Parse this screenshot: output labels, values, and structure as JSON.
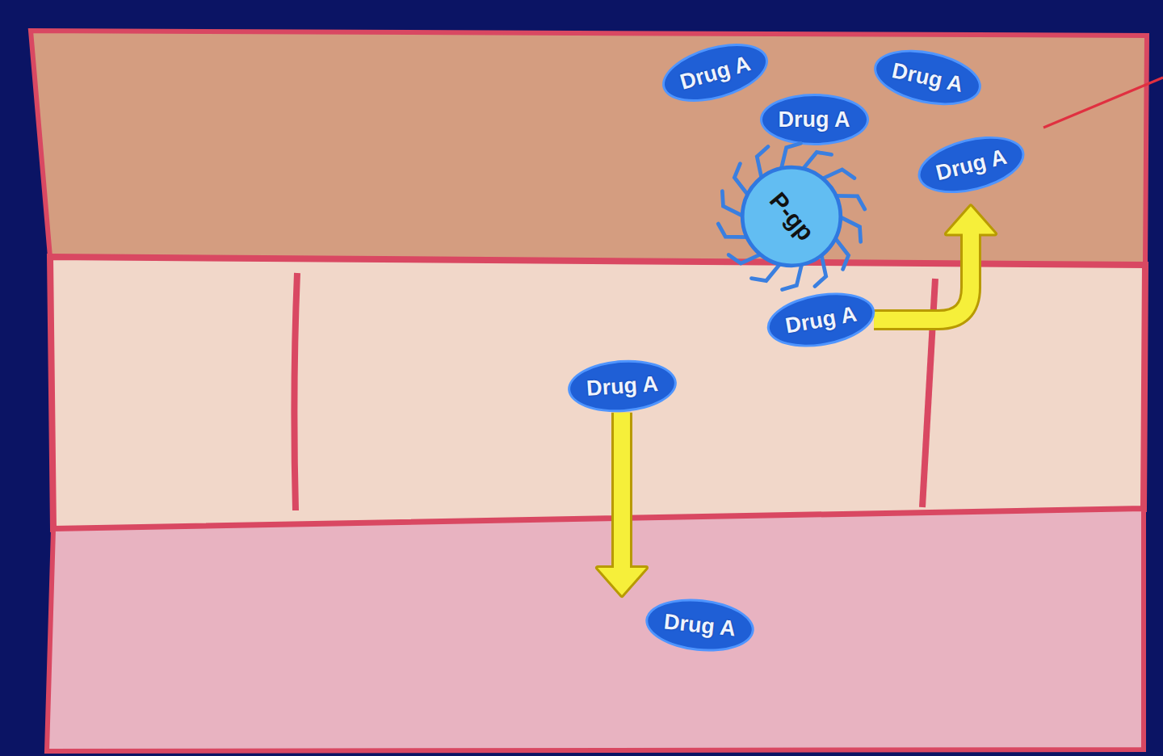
{
  "diagram": {
    "nodes": [
      {
        "text": [
          "Drug A"
        ]
      },
      {
        "text": [
          "Drug A"
        ]
      },
      {
        "text": [
          "Drug A"
        ]
      },
      {
        "text": [
          "Drug A"
        ]
      },
      {
        "text": [
          "P-gp"
        ]
      },
      {
        "text": [
          "Drug A"
        ]
      },
      {
        "text": [
          "Drug A"
        ]
      },
      {
        "text": [
          "Drug A"
        ]
      }
    ],
    "edges": [
      {
        "from": 5,
        "to": 3,
        "arrow": "to"
      },
      {
        "from": 6,
        "to": 7,
        "arrow": "to"
      }
    ]
  }
}
